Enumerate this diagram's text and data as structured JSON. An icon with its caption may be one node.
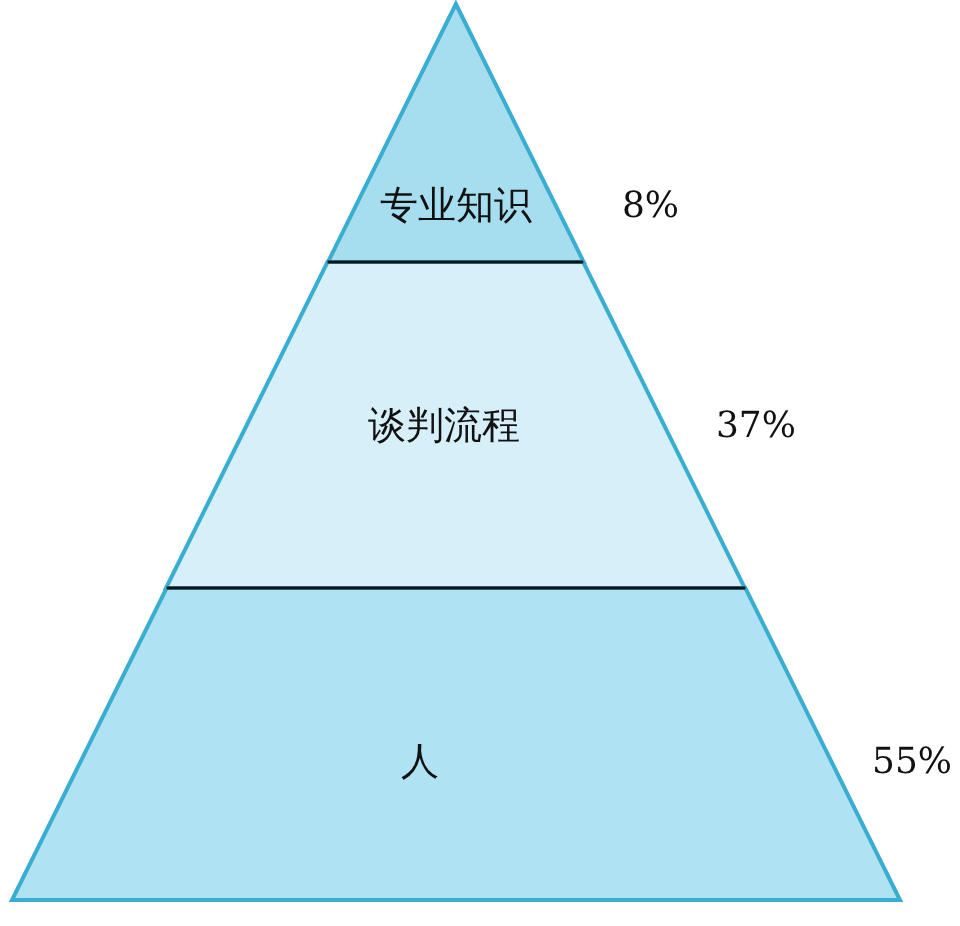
{
  "diagram": {
    "nodes": [
      {
        "text": [
          "专业知识"
        ],
        "beside": [
          "8%"
        ]
      },
      {
        "text": [
          "谈判流程"
        ],
        "beside": [
          "37%"
        ]
      },
      {
        "text": [
          "人"
        ],
        "beside": [
          "55%"
        ]
      }
    ]
  }
}
